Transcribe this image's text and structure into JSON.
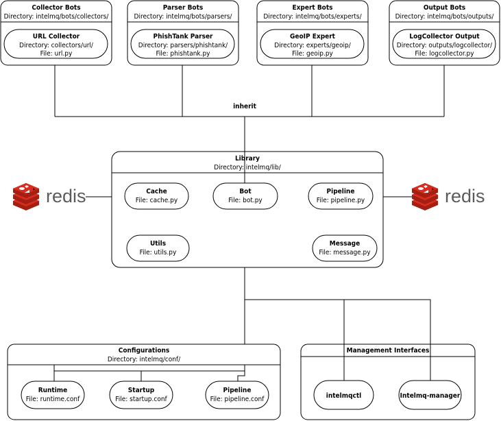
{
  "top_groups": [
    {
      "title": "Collector Bots",
      "directory": "Directory: intelmq/bots/collectors/",
      "item": {
        "name": "URL Collector",
        "directory": "Directory: collectors/url/",
        "file": "File: url.py"
      }
    },
    {
      "title": "Parser Bots",
      "directory": "Directory: intelmq/bots/parsers/",
      "item": {
        "name": "PhishTank Parser",
        "directory": "Directory: parsers/phishtank/",
        "file": "File: phishtank.py"
      }
    },
    {
      "title": "Expert Bots",
      "directory": "Directory: intelmq/bots/experts/",
      "item": {
        "name": "GeoIP Expert",
        "directory": "Directory: experts/geoip/",
        "file": "File: geoip.py"
      }
    },
    {
      "title": "Output Bots",
      "directory": "Directory: intelmq/bots/outputs/",
      "item": {
        "name": "LogCollector Output",
        "directory": "Directory: outputs/logcollector/",
        "file": "File: logcollector.py"
      }
    }
  ],
  "inherit_label": "inherit",
  "library": {
    "title": "Library",
    "directory": "Directory: intelmq/lib/",
    "modules": [
      {
        "name": "Cache",
        "file": "File: cache.py"
      },
      {
        "name": "Bot",
        "file": "File: bot.py"
      },
      {
        "name": "Pipeline",
        "file": "File: pipeline.py"
      },
      {
        "name": "Utils",
        "file": "File: utils.py"
      },
      {
        "name": "Message",
        "file": "File: message.py"
      }
    ]
  },
  "redis": {
    "label": "redis",
    "color": "#d82c20"
  },
  "configurations": {
    "title": "Configurations",
    "directory": "Directory: intelmq/conf/",
    "files": [
      {
        "name": "Runtime",
        "file": "File: runtime.conf"
      },
      {
        "name": "Startup",
        "file": "File: startup.conf"
      },
      {
        "name": "Pipeline",
        "file": "File: pipeline.conf"
      }
    ]
  },
  "management": {
    "title": "Management Interfaces",
    "tools": [
      {
        "name": "intelmqctl"
      },
      {
        "name": "Intelmq-manager"
      }
    ]
  }
}
